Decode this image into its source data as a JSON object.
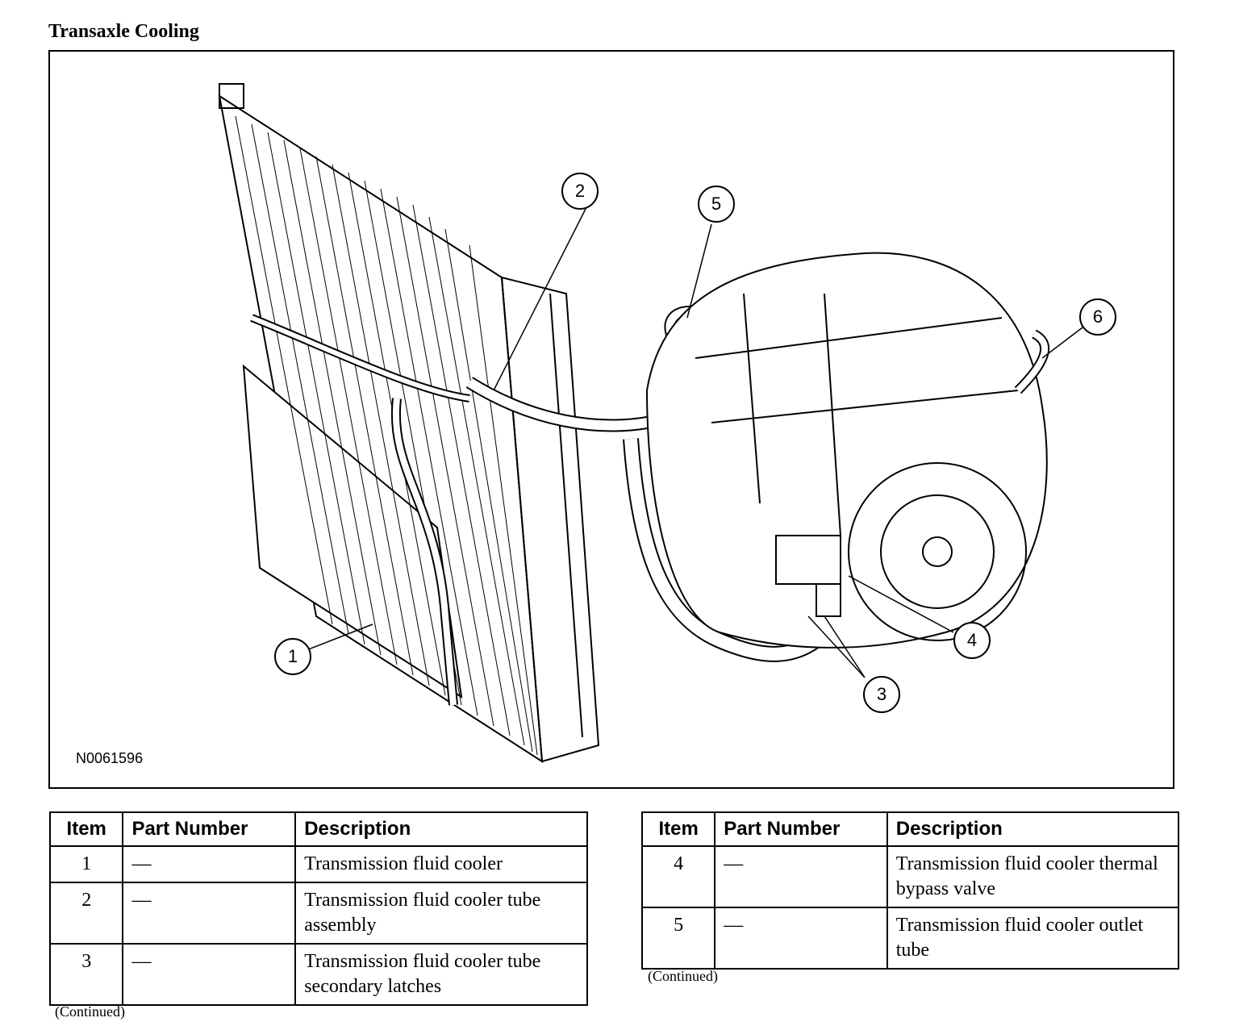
{
  "page": {
    "title": "Transaxle Cooling"
  },
  "figure": {
    "id": "N0061596",
    "callouts": [
      "1",
      "2",
      "3",
      "4",
      "5",
      "6"
    ]
  },
  "tables": [
    {
      "headers": {
        "item": "Item",
        "part_number": "Part Number",
        "description": "Description"
      },
      "rows": [
        {
          "item": "1",
          "part_number": "—",
          "description": "Transmission fluid cooler"
        },
        {
          "item": "2",
          "part_number": "—",
          "description": "Transmission fluid cooler tube assembly"
        },
        {
          "item": "3",
          "part_number": "—",
          "description": "Transmission fluid cooler tube secondary latches"
        }
      ],
      "footer": "(Continued)"
    },
    {
      "headers": {
        "item": "Item",
        "part_number": "Part Number",
        "description": "Description"
      },
      "rows": [
        {
          "item": "4",
          "part_number": "—",
          "description": "Transmission fluid cooler thermal bypass valve"
        },
        {
          "item": "5",
          "part_number": "—",
          "description": "Transmission fluid cooler outlet tube"
        }
      ],
      "footer": "(Continued)"
    }
  ]
}
